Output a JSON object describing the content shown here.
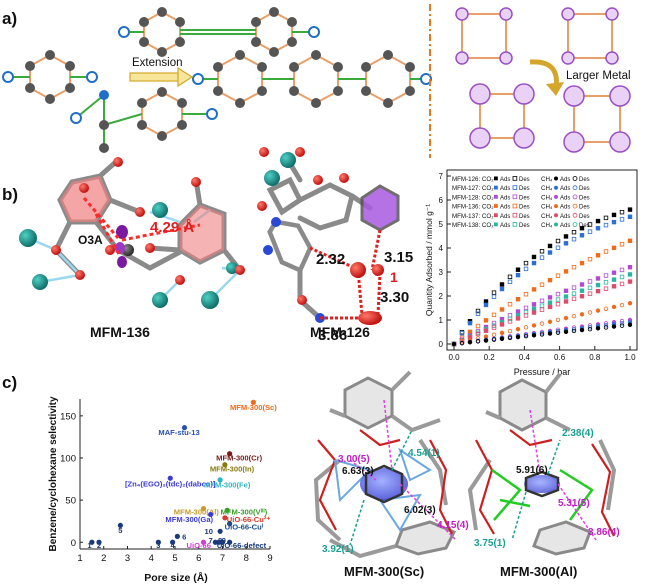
{
  "panels": {
    "a": "a)",
    "b": "b)",
    "c": "c)"
  },
  "panel_a": {
    "extension_label": "Extension",
    "larger_metal_label": "Larger Metal"
  },
  "panel_b": {
    "mfm136_label": "MFM-136",
    "mfm126_label": "MFM-126",
    "o3a": "O3A",
    "dist_429": "4.29 Å",
    "dist_232": "2.32",
    "dist_315": "3.15",
    "dist_1": "1",
    "dist_330": "3.30",
    "dist_386": "3.86"
  },
  "chart_iso": {
    "type": "scatter",
    "xlabel": "Pressure / bar",
    "ylabel": "Quantity Adsorbed / mmol g⁻¹",
    "xlim": [
      0,
      1.0
    ],
    "ylim": [
      0,
      7
    ],
    "xticks": [
      "0.0",
      "0.2",
      "0.4",
      "0.6",
      "0.8",
      "1.0"
    ],
    "yticks": [
      "0",
      "1",
      "2",
      "3",
      "4",
      "5",
      "6",
      "7"
    ],
    "legend_rows": [
      {
        "name": "MFM-126:",
        "g1": "CO₂",
        "g2": "CH₄",
        "color": "#000000"
      },
      {
        "name": "MFM-127:",
        "g1": "CO₂",
        "g2": "CH₄",
        "color": "#2a6fd6"
      },
      {
        "name": "MFM-128:",
        "g1": "CO₂",
        "g2": "CH₄",
        "color": "#b04bd0"
      },
      {
        "name": "MFM-136:",
        "g1": "CO₂",
        "g2": "CH₄",
        "color": "#ef6a1a"
      },
      {
        "name": "MFM-137:",
        "g1": "CO₂",
        "g2": "CH₄",
        "color": "#e04a6a"
      },
      {
        "name": "MFM-138:",
        "g1": "CO₂",
        "g2": "CH₄",
        "color": "#2bb5a0"
      }
    ],
    "ads_label": "Ads",
    "des_label": "Des",
    "series": [
      {
        "color": "#000000",
        "shape": "square",
        "y_end": 5.6,
        "k": 1.6
      },
      {
        "color": "#2a6fd6",
        "shape": "square",
        "y_end": 5.3,
        "k": 1.5
      },
      {
        "color": "#ef6a1a",
        "shape": "square",
        "y_end": 4.3,
        "k": 0.6
      },
      {
        "color": "#b04bd0",
        "shape": "square",
        "y_end": 3.2,
        "k": 0.5
      },
      {
        "color": "#2bb5a0",
        "shape": "square",
        "y_end": 2.9,
        "k": 0.4
      },
      {
        "color": "#e04a6a",
        "shape": "square",
        "y_end": 2.6,
        "k": 0.4
      },
      {
        "color": "#ef6a1a",
        "shape": "circle",
        "y_end": 1.7,
        "k": 0.0
      },
      {
        "color": "#b04bd0",
        "shape": "circle",
        "y_end": 1.0,
        "k": 0.0
      },
      {
        "color": "#2a6fd6",
        "shape": "circle",
        "y_end": 0.9,
        "k": 0.0
      },
      {
        "color": "#000000",
        "shape": "circle",
        "y_end": 0.8,
        "k": 0.0
      }
    ]
  },
  "chart_sel": {
    "type": "scatter",
    "xlabel": "Pore size (Å)",
    "ylabel": "Benzene/cyclohexane selectivity",
    "xlim": [
      1,
      9
    ],
    "ylim": [
      -8,
      170
    ],
    "xticks": [
      "1",
      "2",
      "3",
      "4",
      "5",
      "6",
      "7",
      "8",
      "9"
    ],
    "yticks": [
      "0",
      "50",
      "100",
      "150"
    ],
    "points": [
      {
        "x": 8.3,
        "y": 166,
        "color": "#ef6a1a",
        "label": "MFM-300(Sc)",
        "lx": 8.3,
        "ly": 157,
        "anchor": "middle"
      },
      {
        "x": 5.4,
        "y": 136,
        "color": "#2a4fb0",
        "label": "MAF-stu-13",
        "lx": 4.3,
        "ly": 127,
        "anchor": "start"
      },
      {
        "x": 7.3,
        "y": 105,
        "color": "#7a1a1a",
        "label": "MFM-300(Cr)",
        "lx": 7.7,
        "ly": 97,
        "anchor": "middle"
      },
      {
        "x": 7.1,
        "y": 92,
        "color": "#8a7a10",
        "label": "MFM-300(In)",
        "lx": 7.4,
        "ly": 84,
        "anchor": "middle"
      },
      {
        "x": 4.8,
        "y": 76,
        "color": "#3a3ad6",
        "label": "[Zn₄(EGO)₂(tdc)₂(dabco)]",
        "lx": 4.8,
        "ly": 66,
        "anchor": "middle"
      },
      {
        "x": 6.9,
        "y": 74,
        "color": "#2bb5c8",
        "label": "MFM-300(Fe)",
        "lx": 7.2,
        "ly": 65,
        "anchor": "middle"
      },
      {
        "x": 6.2,
        "y": 40,
        "color": "#c89a2a",
        "label": "MFM-300(Al)",
        "lx": 5.9,
        "ly": 33,
        "anchor": "middle"
      },
      {
        "x": 6.5,
        "y": 33,
        "color": "#3a3ad6",
        "label": "MFM-300(Ga)",
        "lx": 5.6,
        "ly": 24,
        "anchor": "middle"
      },
      {
        "x": 7.2,
        "y": 38,
        "color": "#3aa02a",
        "label": "MFM-300(Vᴵᴵᴵ)",
        "lx": 7.9,
        "ly": 33,
        "anchor": "middle"
      },
      {
        "x": 7.1,
        "y": 29,
        "color": "#d63a2a",
        "label": "UiO-66-Cu²⁺",
        "lx": 8.1,
        "ly": 24,
        "anchor": "middle"
      },
      {
        "x": 7.3,
        "y": 22,
        "color": "#1a4a8a",
        "label": "UiO-66-Cuᴵ",
        "lx": 7.9,
        "ly": 15,
        "anchor": "middle"
      },
      {
        "x": 7.3,
        "y": 0,
        "color": "#1a3a7a",
        "label": "UiO-66-defect",
        "lx": 7.8,
        "ly": -7,
        "anchor": "middle"
      },
      {
        "x": 6.2,
        "y": 0,
        "color": "#d63ad6",
        "label": "UiO-66",
        "lx": 6.0,
        "ly": -7,
        "anchor": "middle"
      },
      {
        "x": 1.5,
        "y": 0,
        "color": "#1a3a7a",
        "label": "1",
        "lx": 1.4,
        "ly": -7,
        "anchor": "middle"
      },
      {
        "x": 1.8,
        "y": 0,
        "color": "#1a3a7a",
        "label": "2",
        "lx": 1.8,
        "ly": -7,
        "anchor": "middle"
      },
      {
        "x": 4.3,
        "y": 0,
        "color": "#1a3a7a",
        "label": "3",
        "lx": 4.3,
        "ly": -7,
        "anchor": "middle"
      },
      {
        "x": 4.9,
        "y": 0,
        "color": "#1a3a7a",
        "label": "4",
        "lx": 4.9,
        "ly": -7,
        "anchor": "middle"
      },
      {
        "x": 2.7,
        "y": 20,
        "color": "#1a3a7a",
        "label": "5",
        "lx": 2.7,
        "ly": 11,
        "anchor": "middle"
      },
      {
        "x": 5.1,
        "y": 7,
        "color": "#1a3a7a",
        "label": "6",
        "lx": 5.3,
        "ly": 3,
        "anchor": "start"
      },
      {
        "x": 6.7,
        "y": 0,
        "color": "#1a3a7a",
        "label": "7",
        "lx": 6.5,
        "ly": -1,
        "anchor": "middle"
      },
      {
        "x": 6.85,
        "y": 0,
        "color": "#1a3a7a",
        "label": "8",
        "lx": 6.9,
        "ly": -1,
        "anchor": "middle"
      },
      {
        "x": 7.0,
        "y": 0,
        "color": "#1a3a7a",
        "label": "9",
        "lx": 7.05,
        "ly": -1,
        "anchor": "middle"
      },
      {
        "x": 6.9,
        "y": 13,
        "color": "#1a3a7a",
        "label": "10",
        "lx": 6.6,
        "ly": 10,
        "anchor": "end"
      }
    ]
  },
  "panel_c": {
    "mfm300sc_label": "MFM-300(Sc)",
    "mfm300al_label": "MFM-300(Al)",
    "sc_d1": "4.54(1)",
    "sc_d2": "3.00(5)",
    "sc_d3": "6.63(3)",
    "sc_d4": "6.02(3)",
    "sc_d5": "4.15(4)",
    "sc_d6": "3.92(1)",
    "al_d1": "2.38(4)",
    "al_d2": "5.91(6)",
    "al_d3": "5.31(5)",
    "al_d4": "3.86(4)",
    "al_d5": "3.75(1)"
  },
  "colors": {
    "ring_node": "#555555",
    "open_node": "#1f6fc9",
    "bond_orange": "#e8a06a",
    "bond_green": "#3aaa3a",
    "arrow_gold": "#d4a72c",
    "divider": "#e07a2a",
    "purple": "#9a4fc4",
    "red": "#e02020",
    "teal": "#1aa090"
  }
}
